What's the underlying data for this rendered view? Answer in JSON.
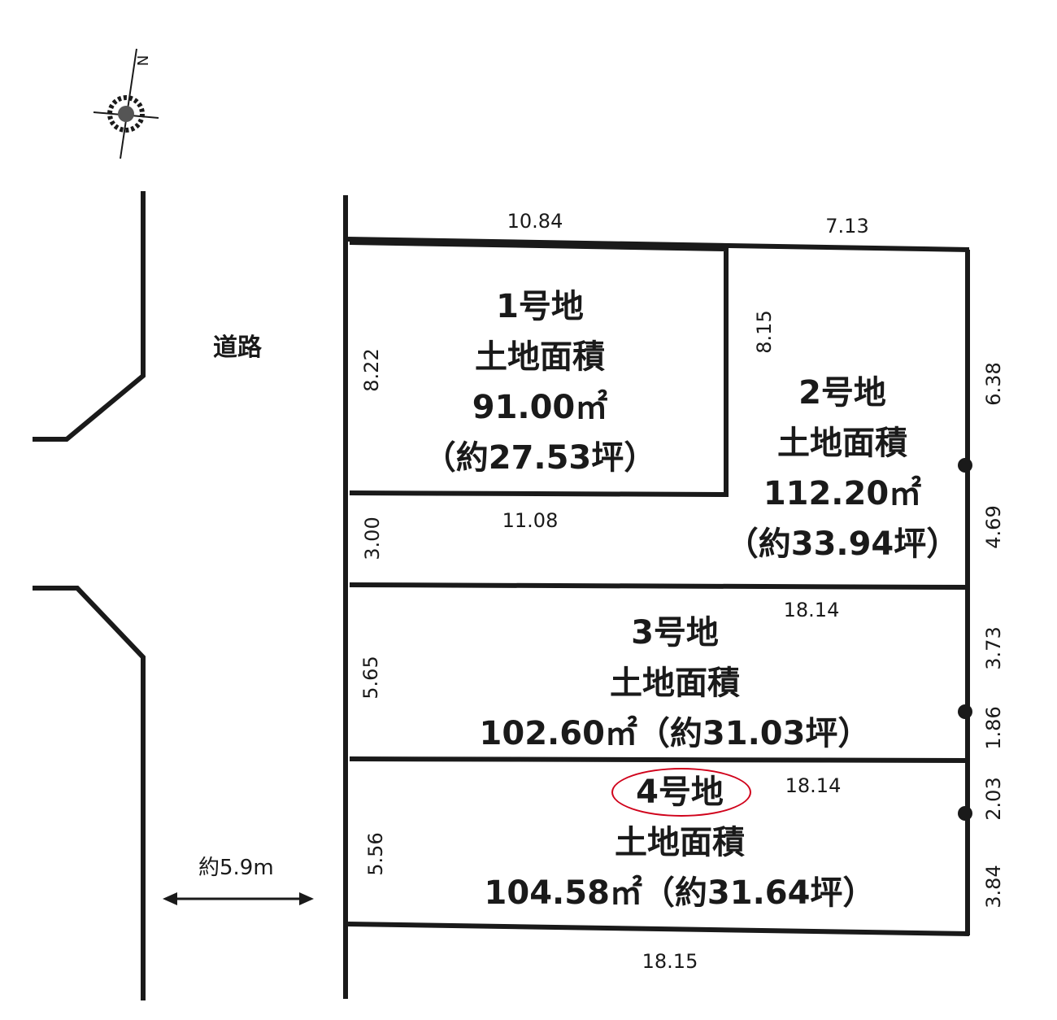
{
  "compass": {
    "north_label": "N"
  },
  "road": {
    "label": "道路",
    "width_label": "約5.9m"
  },
  "plots": [
    {
      "name": "1号地",
      "area_label": "土地面積",
      "area": "91.00㎡",
      "tsubo": "（約27.53坪）"
    },
    {
      "name": "2号地",
      "area_label": "土地面積",
      "area": "112.20㎡",
      "tsubo": "（約33.94坪）"
    },
    {
      "name": "3号地",
      "area_label": "土地面積",
      "area_line": "102.60㎡（約31.03坪）"
    },
    {
      "name": "4号地",
      "area_label": "土地面積",
      "area_line": "104.58㎡（約31.64坪）",
      "highlighted": true
    }
  ],
  "dimensions": {
    "top_1": "10.84",
    "top_2": "7.13",
    "plot1_left": "8.22",
    "plot2_left": "8.15",
    "right_1": "6.38",
    "right_2": "4.69",
    "right_3": "3.73",
    "right_4": "1.86",
    "right_5": "2.03",
    "right_6": "3.84",
    "access_left": "3.00",
    "access_len": "11.08",
    "plot3_top": "18.14",
    "plot3_left": "5.65",
    "plot4_top": "18.14",
    "plot4_left": "5.56",
    "bottom": "18.15"
  },
  "colors": {
    "line": "#1a1a1a",
    "highlight": "#d0021b"
  }
}
